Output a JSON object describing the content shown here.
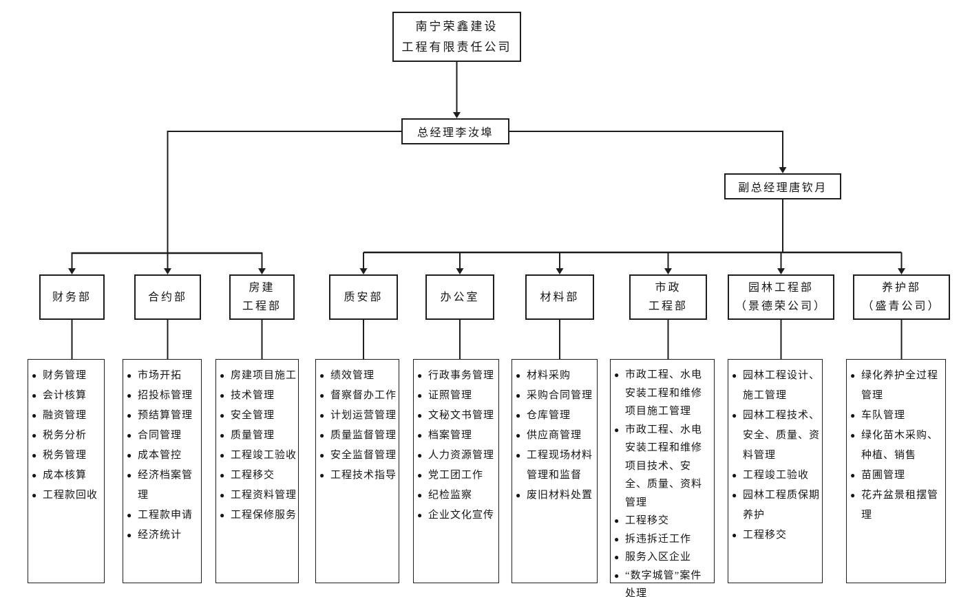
{
  "bullet_glyph": "●",
  "root": {
    "name_lines": [
      "南宁荣鑫建设",
      "工程有限责任公司"
    ]
  },
  "general_manager": {
    "label": "总经理李汝埠"
  },
  "deputy_manager": {
    "label": "副总经理唐钦月"
  },
  "departments": [
    {
      "name_lines": [
        "财务部"
      ],
      "items": [
        "财务管理",
        "会计核算",
        "融资管理",
        "税务分析",
        "税务管理",
        "成本核算",
        "工程款回收"
      ]
    },
    {
      "name_lines": [
        "合约部"
      ],
      "items": [
        "市场开拓",
        "招投标管理",
        "预结算管理",
        "合同管理",
        "成本管控",
        "经济档案管理",
        "工程款申请",
        "经济统计"
      ]
    },
    {
      "name_lines": [
        "房建",
        "工程部"
      ],
      "items": [
        "房建项目施工",
        "技术管理",
        "安全管理",
        "质量管理",
        "工程竣工验收",
        "工程移交",
        "工程资料管理",
        "工程保修服务"
      ]
    },
    {
      "name_lines": [
        "质安部"
      ],
      "items": [
        "绩效管理",
        "督察督办工作",
        "计划运营管理",
        "质量监督管理",
        "安全监督管理",
        "工程技术指导"
      ]
    },
    {
      "name_lines": [
        "办公室"
      ],
      "items": [
        "行政事务管理",
        "证照管理",
        "文秘文书管理",
        "档案管理",
        "人力资源管理",
        "党工团工作",
        "纪检监察",
        "企业文化宣传"
      ]
    },
    {
      "name_lines": [
        "材料部"
      ],
      "items": [
        "材料采购",
        "采购合同管理",
        "仓库管理",
        "供应商管理",
        "工程现场材料管理和监督",
        "废旧材料处置"
      ]
    },
    {
      "name_lines": [
        "市政",
        "工程部"
      ],
      "items": [
        "市政工程、水电安装工程和维修项目施工管理",
        "市政工程、水电安装工程和维修项目技术、安全、质量、资料管理",
        "工程移交",
        "拆违拆迁工作",
        "服务入区企业",
        "“数字城管”案件处理"
      ]
    },
    {
      "name_lines": [
        "园林工程部",
        "（景德荣公司）"
      ],
      "items": [
        "园林工程设计、施工管理",
        "园林工程技术、安全、质量、资料管理",
        "工程竣工验收",
        "园林工程质保期养护",
        "工程移交"
      ]
    },
    {
      "name_lines": [
        "养护部",
        "（盛青公司）"
      ],
      "items": [
        "绿化养护全过程管理",
        "车队管理",
        "绿化苗木采购、种植、销售",
        "苗圃管理",
        "花卉盆景租摆管理"
      ]
    }
  ],
  "colors": {
    "line": "#1d1d1d",
    "background": "#ffffff",
    "text": "#151515"
  }
}
